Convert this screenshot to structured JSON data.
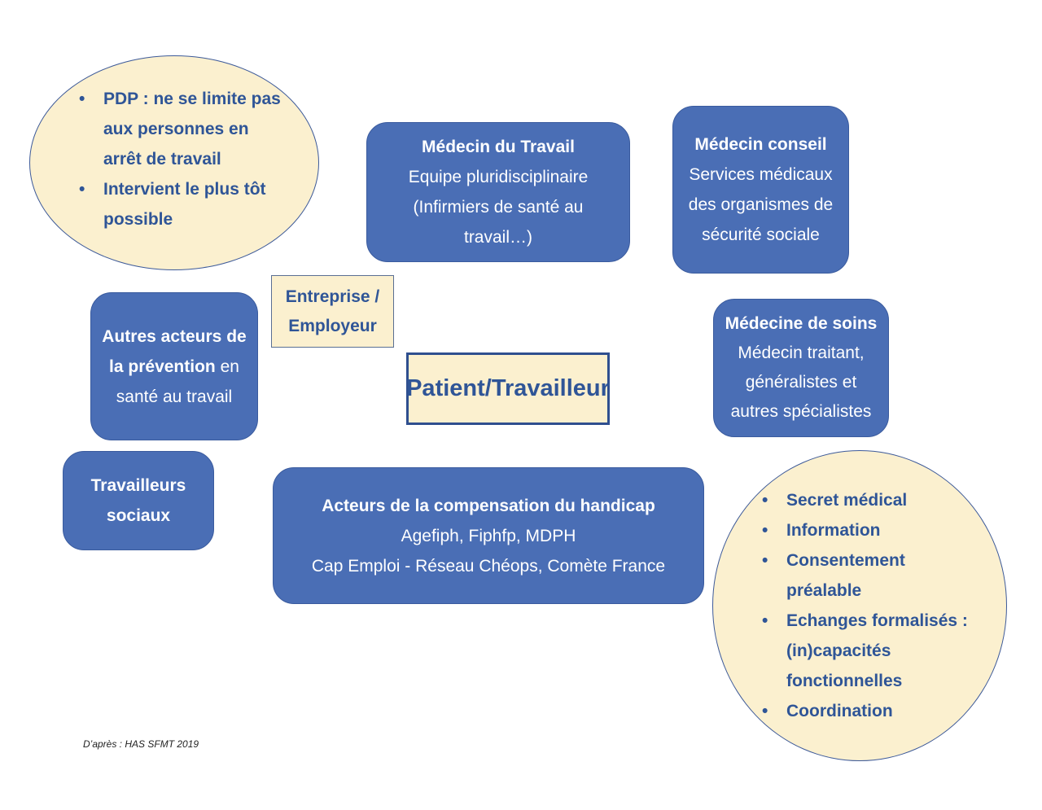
{
  "pdp_ellipse": {
    "items": [
      {
        "lines": [
          "PDP : ne se limite pas",
          "aux personnes en",
          "arrêt de travail"
        ]
      },
      {
        "lines": [
          "Intervient le plus tôt",
          "possible"
        ]
      }
    ]
  },
  "medecin_travail": {
    "title": "Médecin du Travail",
    "lines": [
      "Equipe pluridisciplinaire",
      "(Infirmiers de santé au",
      "travail…)"
    ]
  },
  "medecin_conseil": {
    "title": "Médecin conseil",
    "lines": [
      "Services médicaux",
      "des organismes de",
      "sécurité sociale"
    ]
  },
  "entreprise": {
    "lines": [
      "Entreprise /",
      "Employeur"
    ]
  },
  "autres_acteurs": {
    "bold1": "Autres acteurs de",
    "bold2": "la prévention",
    "rest2": " en",
    "line3": "santé au travail"
  },
  "patient": {
    "label": "Patient/Travailleur"
  },
  "medecine_soins": {
    "title": "Médecine de soins",
    "lines": [
      "Médecin traitant,",
      "généralistes et",
      "autres spécialistes"
    ]
  },
  "travailleurs_sociaux": {
    "lines": [
      "Travailleurs",
      "sociaux"
    ]
  },
  "compensation": {
    "title": "Acteurs de la compensation du handicap",
    "lines": [
      "Agefiph, Fiphfp, MDPH",
      "Cap Emploi - Réseau Chéops, Comète France"
    ]
  },
  "secret_ellipse": {
    "items": [
      {
        "lines": [
          "Secret médical"
        ]
      },
      {
        "lines": [
          "Information"
        ]
      },
      {
        "lines": [
          "Consentement",
          "préalable"
        ]
      },
      {
        "lines": [
          "Echanges formalisés :",
          "(in)capacités",
          "fonctionnelles"
        ]
      },
      {
        "lines": [
          "Coordination"
        ]
      }
    ]
  },
  "source": "D’après : HAS SFMT 2019",
  "colors": {
    "box_blue": "#4a6eb5",
    "cream": "#fbf0cf",
    "text_blue": "#2f5597"
  }
}
